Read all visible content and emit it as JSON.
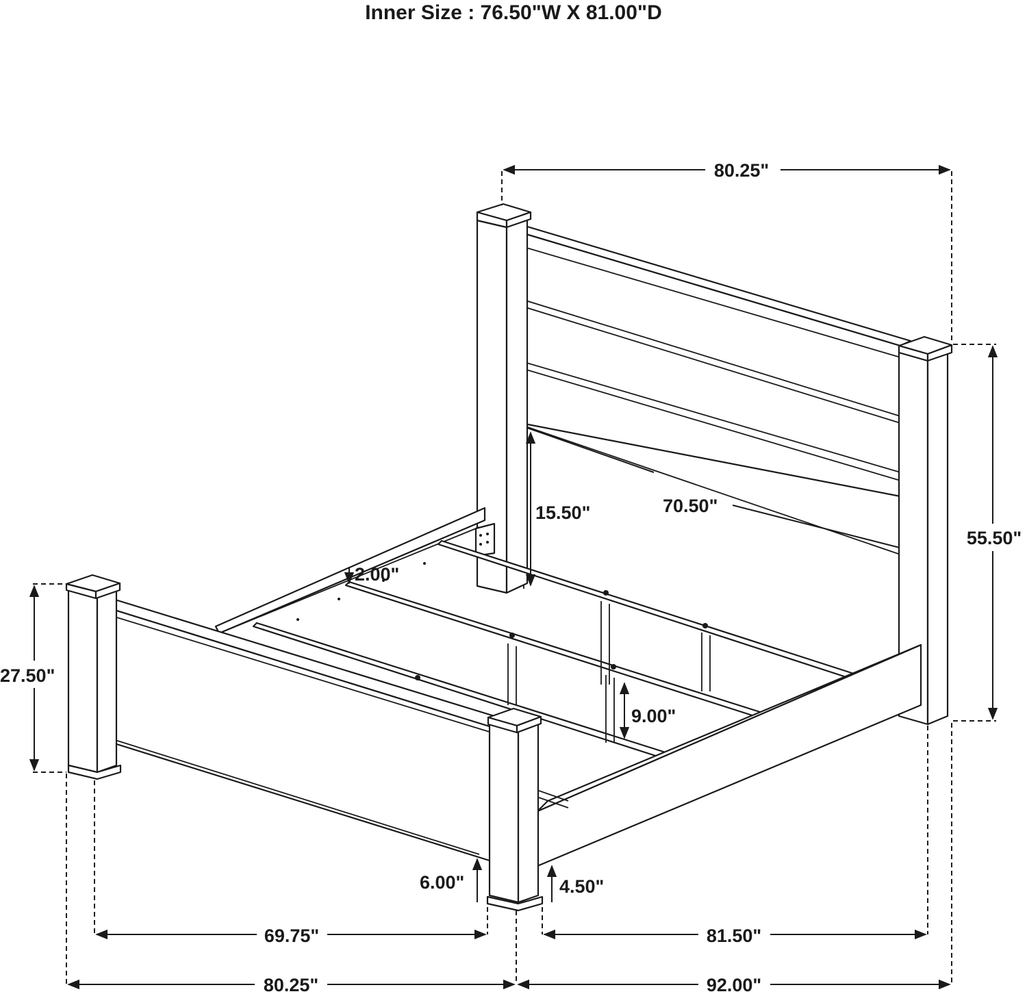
{
  "title": "Inner Size : 76.50\"W X 81.00\"D",
  "colors": {
    "line": "#1a1a1a",
    "background": "#ffffff"
  },
  "dimensions": {
    "headboard_width": "80.25\"",
    "headboard_height": "55.50\"",
    "headboard_clearance": "15.50\"",
    "headboard_inner_width": "70.50\"",
    "slat_height": "2.00\"",
    "rail_height": "9.00\"",
    "footboard_height": "27.50\"",
    "footboard_clearance": "6.00\"",
    "rail_clearance": "4.50\"",
    "footboard_inner_width": "69.75\"",
    "side_inner_length": "81.50\"",
    "overall_width": "80.25\"",
    "overall_length": "92.00\""
  }
}
